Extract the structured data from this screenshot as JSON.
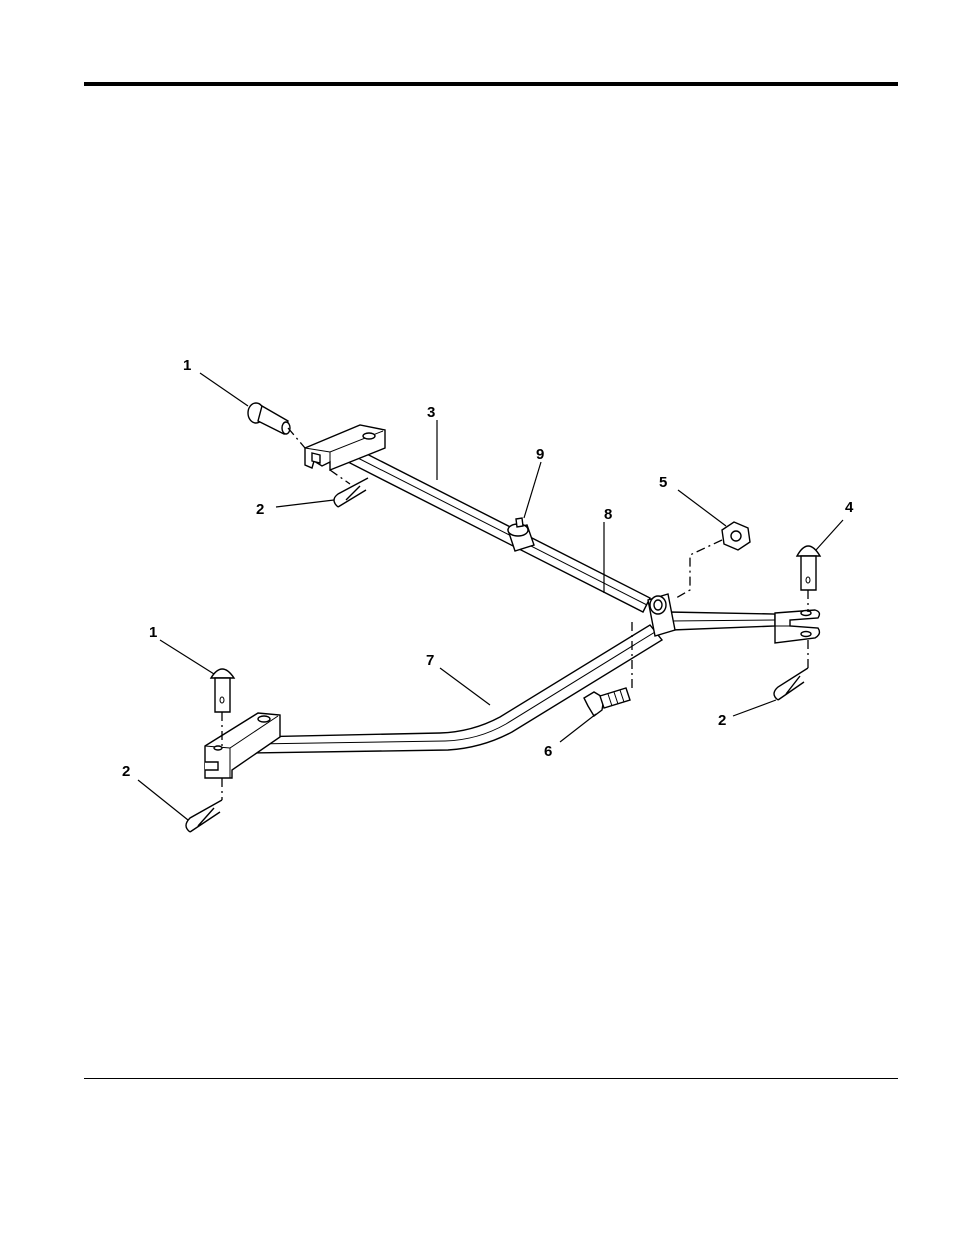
{
  "callouts": {
    "c1a": "1",
    "c1b": "1",
    "c2a": "2",
    "c2b": "2",
    "c2c": "2",
    "c3": "3",
    "c4": "4",
    "c5": "5",
    "c6": "6",
    "c7": "7",
    "c8": "8",
    "c9": "9"
  }
}
